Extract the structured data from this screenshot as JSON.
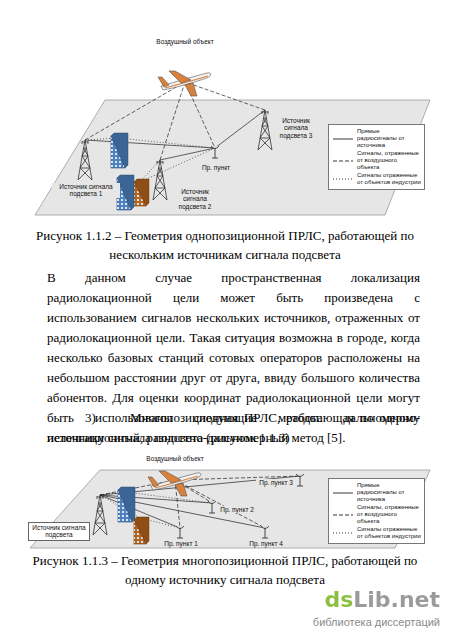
{
  "diagram": {
    "labels": [
      "Воздушный объект",
      "Источник сигнала подсвета 1",
      "Источник сигнала подсвета 2",
      "Источник сигнала подсвета 3",
      "Пр. пункт",
      "Рисунок 1.1.2 – Геометрия однопозиционной ПРЛС, работающей по нескольким источникам сигнала подсвета",
      "В данном случае пространственная локализация радиолокационной цели может быть произведена с использованием сигналов нескольких источников, отраженных от радиолокационной цели. Такая ситуация возможна в городе, когда несколько базовых станций сотовых операторов расположены на небольшом расстоянии друг от друга, ввиду большого количества абонентов. Для оценки координат радиолокационной цели могут быть использованы следующие методы: дальномерно-пеленгационный, разностно-дальномерный метод [5].",
      "3)",
      "Многопозиционная ПРЛС, работающая по одному источнику сигнала подсвета (рисунок 1.1.3)",
      "Воздушный объект",
      "Источник сигнала подсвета",
      "Пр. пункт 3",
      "Пр. пункт 2",
      "Пр. пункт 1",
      "Пр. пункт 4",
      "Рисунок 1.1.3 – Геометрия многопозиционной ПРЛС, работающей по одному источнику сигнала подсвета",
      "dsLib.net",
      "библиотека диссертаций"
    ],
    "legend": [
      {
        "text": "Прямые радиосигналы от источника"
      },
      {
        "text": "Сигналы, отраженные от воздушного объекта"
      },
      {
        "text": "Сигналы отраженные от объектов индустрии"
      },
      {
        "text": "Прямые радиосигналы от источника"
      },
      {
        "text": "Сигналы, отраженные от воздушного объекта"
      },
      {
        "text": "Сигналы отраженные от объектов индустрии"
      }
    ]
  }
}
